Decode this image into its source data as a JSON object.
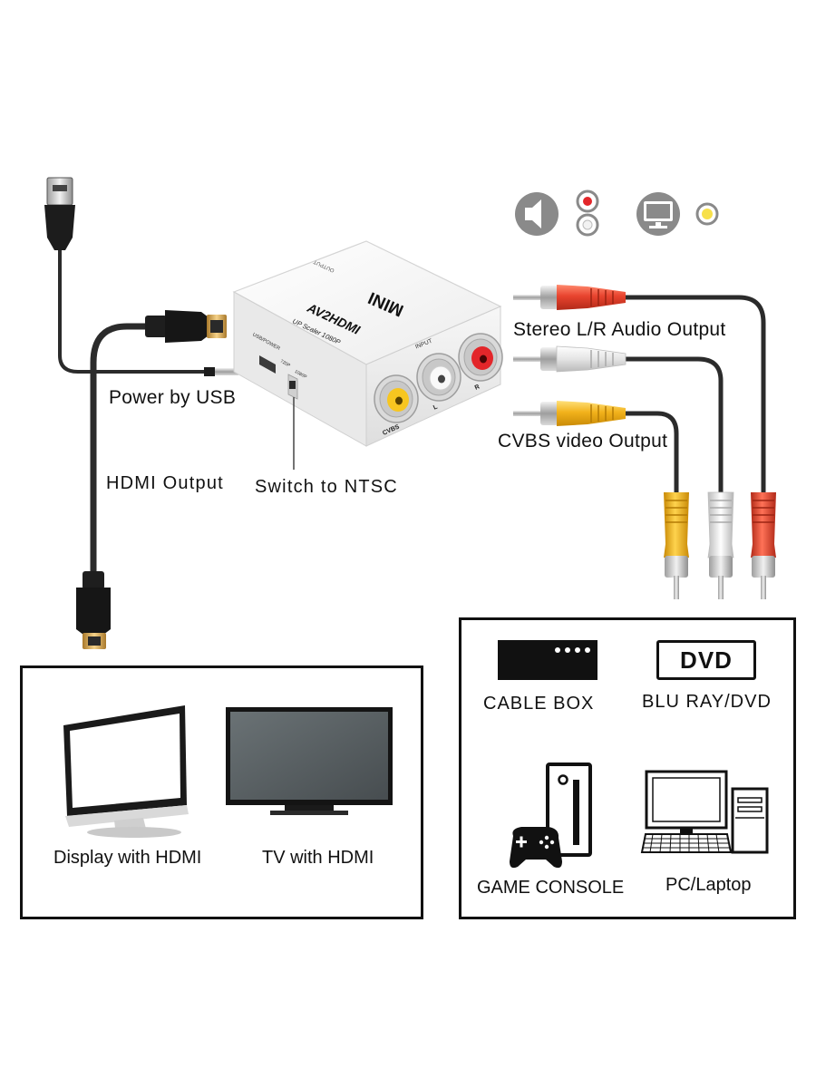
{
  "adapter": {
    "brand": "MINI",
    "model": "AV2HDMI",
    "subtitle": "UP Scaler 1080P",
    "output_label": "OUTPUT",
    "input_label": "INPUT",
    "usb_label": "USB/POWER",
    "switch_720": "720P",
    "switch_1080": "1080P",
    "port_cvbs": "CVBS",
    "port_l": "L",
    "port_r": "R"
  },
  "callouts": {
    "power": "Power by USB",
    "hdmi_output": "HDMI Output",
    "switch": "Switch to NTSC",
    "stereo": "Stereo L/R Audio Output",
    "cvbs": "CVBS video Output"
  },
  "display_panel": {
    "items": [
      {
        "label": "Display with HDMI",
        "icon": "monitor-icon"
      },
      {
        "label": "TV with HDMI",
        "icon": "tv-icon"
      }
    ]
  },
  "source_panel": {
    "dvd_logo": "DVD",
    "items": [
      {
        "label": "CABLE BOX",
        "icon": "cable-box-icon"
      },
      {
        "label": "BLU RAY/DVD",
        "icon": "dvd-icon"
      },
      {
        "label": "GAME CONSOLE",
        "icon": "game-console-icon"
      },
      {
        "label": "PC/Laptop",
        "icon": "pc-icon"
      }
    ]
  },
  "colors": {
    "rca_red": "#e8432e",
    "rca_white": "#e6e6e6",
    "rca_yellow": "#f2b21b",
    "cable": "#2b2b2b",
    "icon_gray": "#8a8a8a",
    "tv_screen": "#565d60"
  }
}
